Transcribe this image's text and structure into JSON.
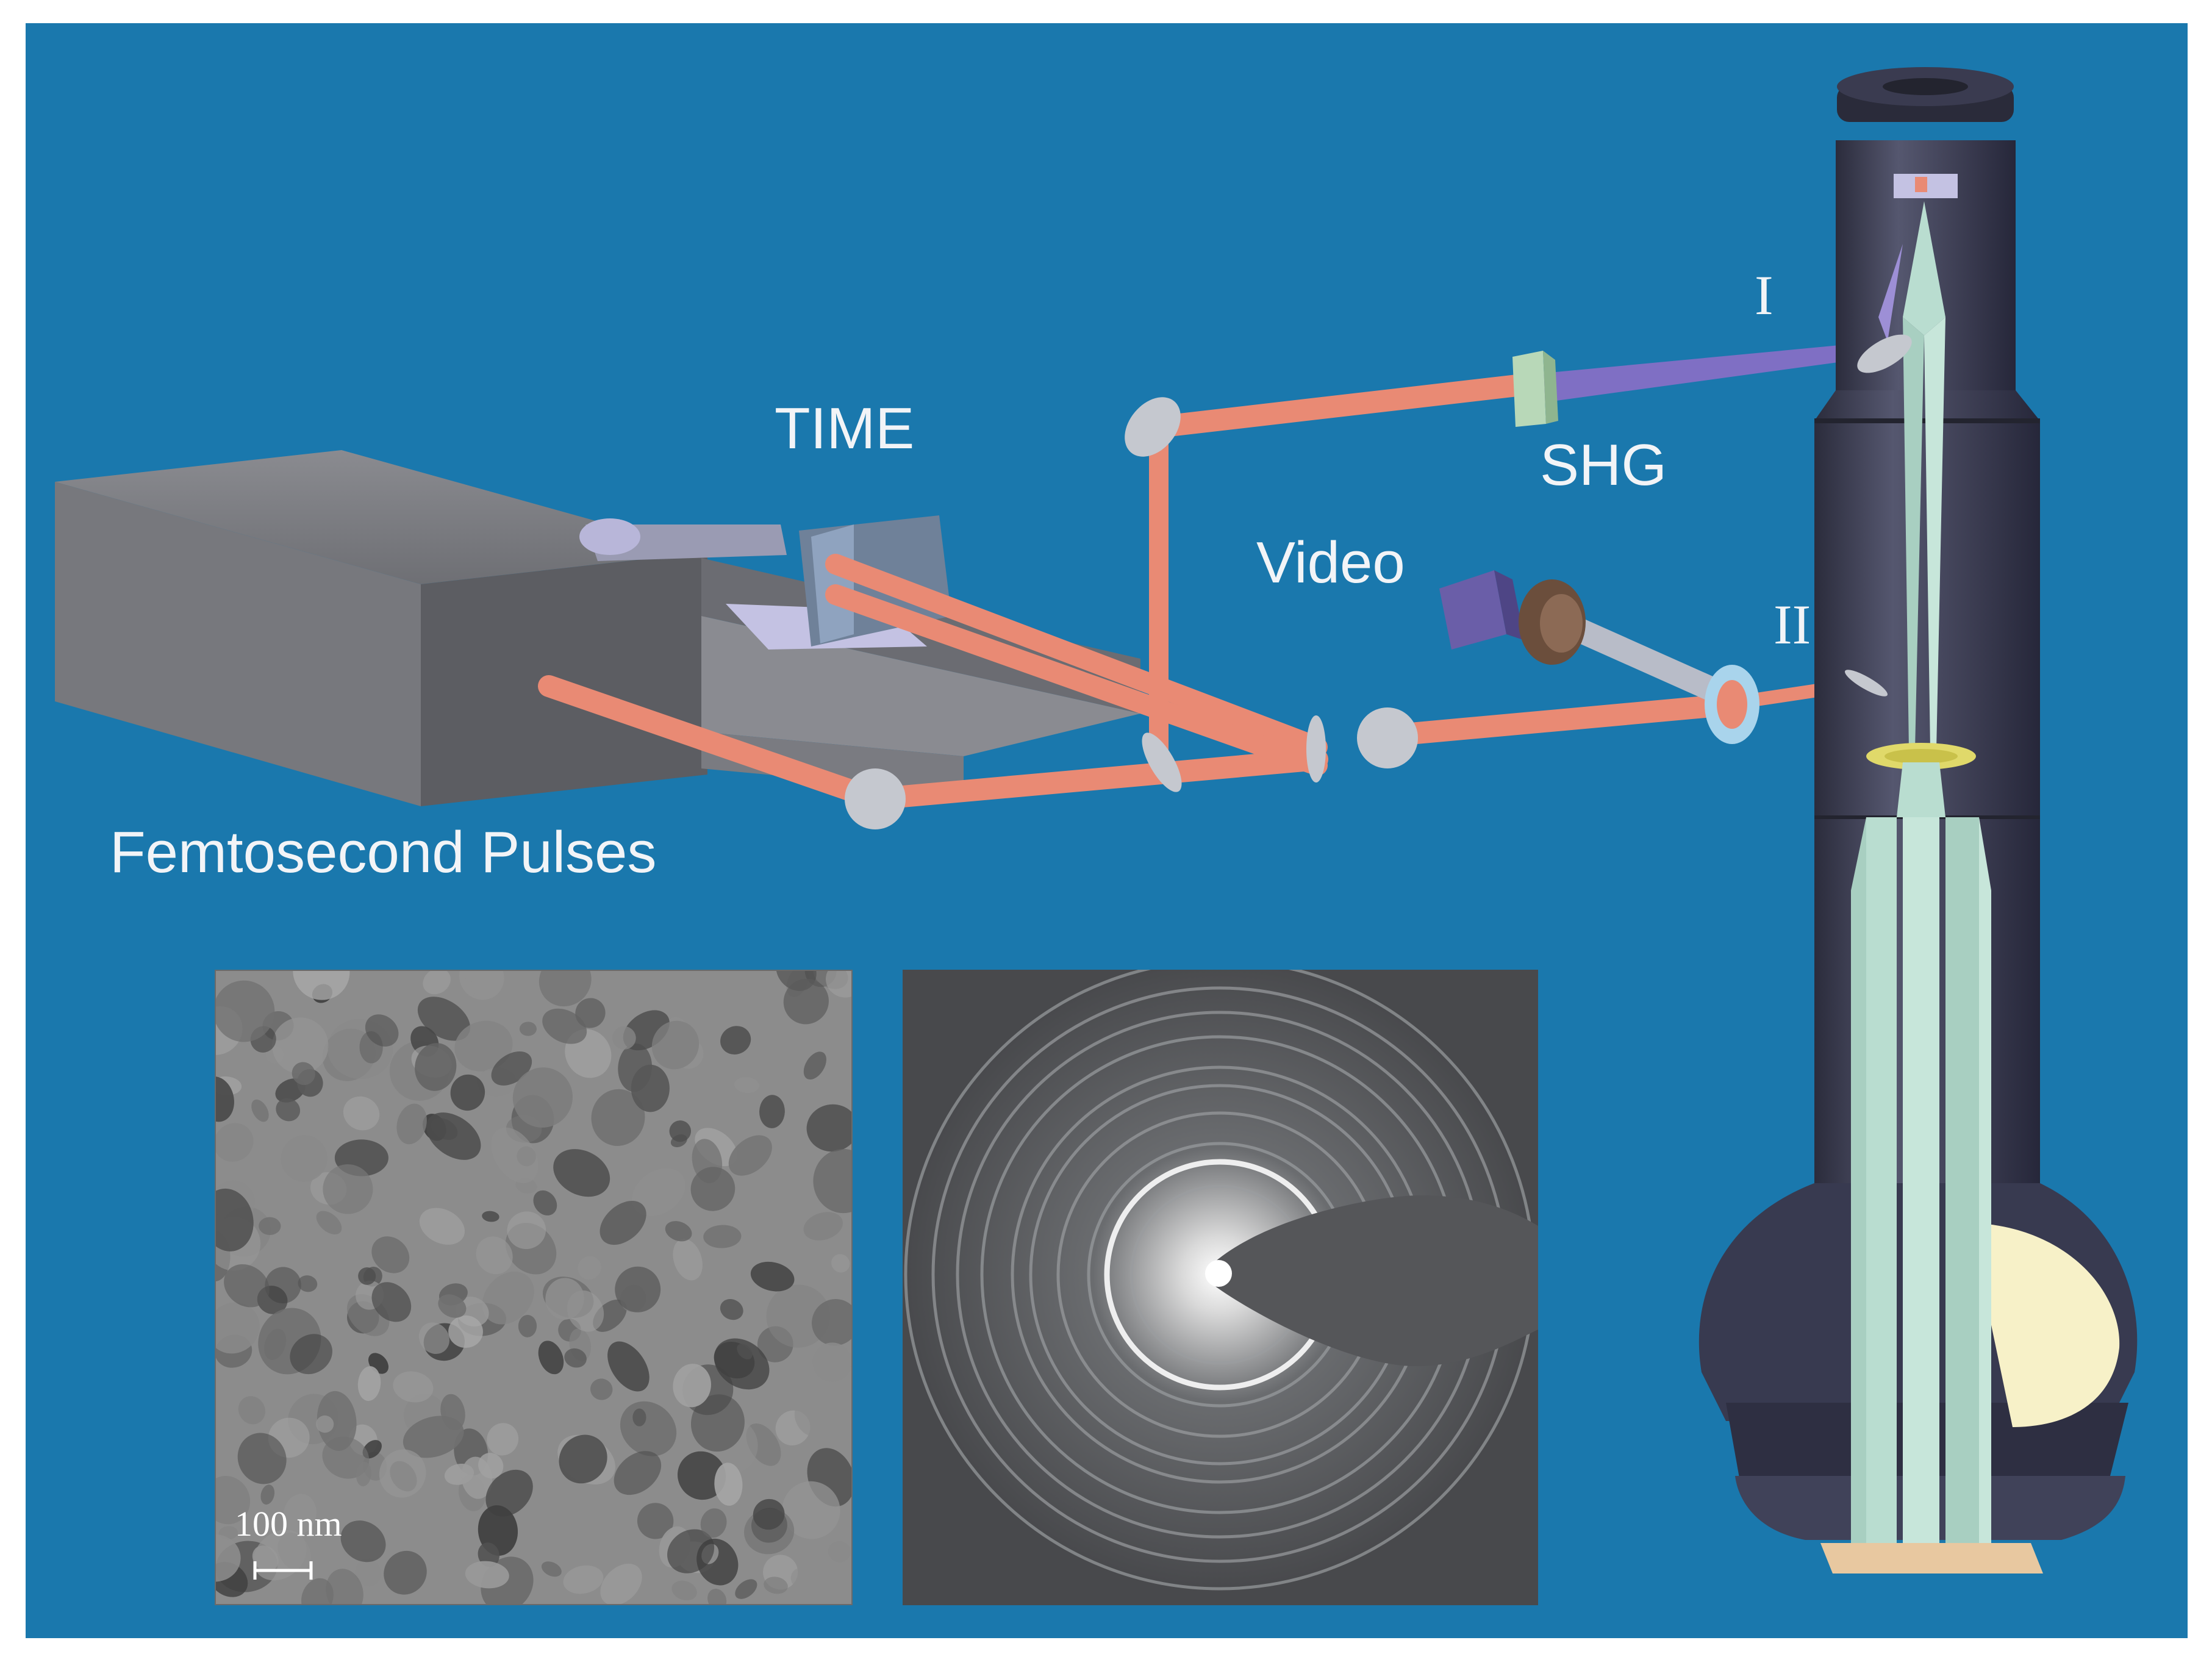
{
  "diagram": {
    "labels": {
      "time": "TIME",
      "shg": "SHG",
      "video": "Video",
      "port_one": "I",
      "port_two": "II",
      "femtosecond": "Femtosecond Pulses",
      "scale_bar": "100 nm"
    },
    "colors": {
      "background": "#1a78ad",
      "beam": "#e98a74",
      "uv_beam": "#7f6fc4",
      "electron_beam": "#b9ddd0",
      "column": "#45465e",
      "laser_box": "#6d6e73",
      "mirror": "#c5c8cf",
      "detector": "#f7f1c8",
      "diffraction_bg": "#4a4c4f",
      "micrograph_bg": "#8c8c8c"
    }
  }
}
